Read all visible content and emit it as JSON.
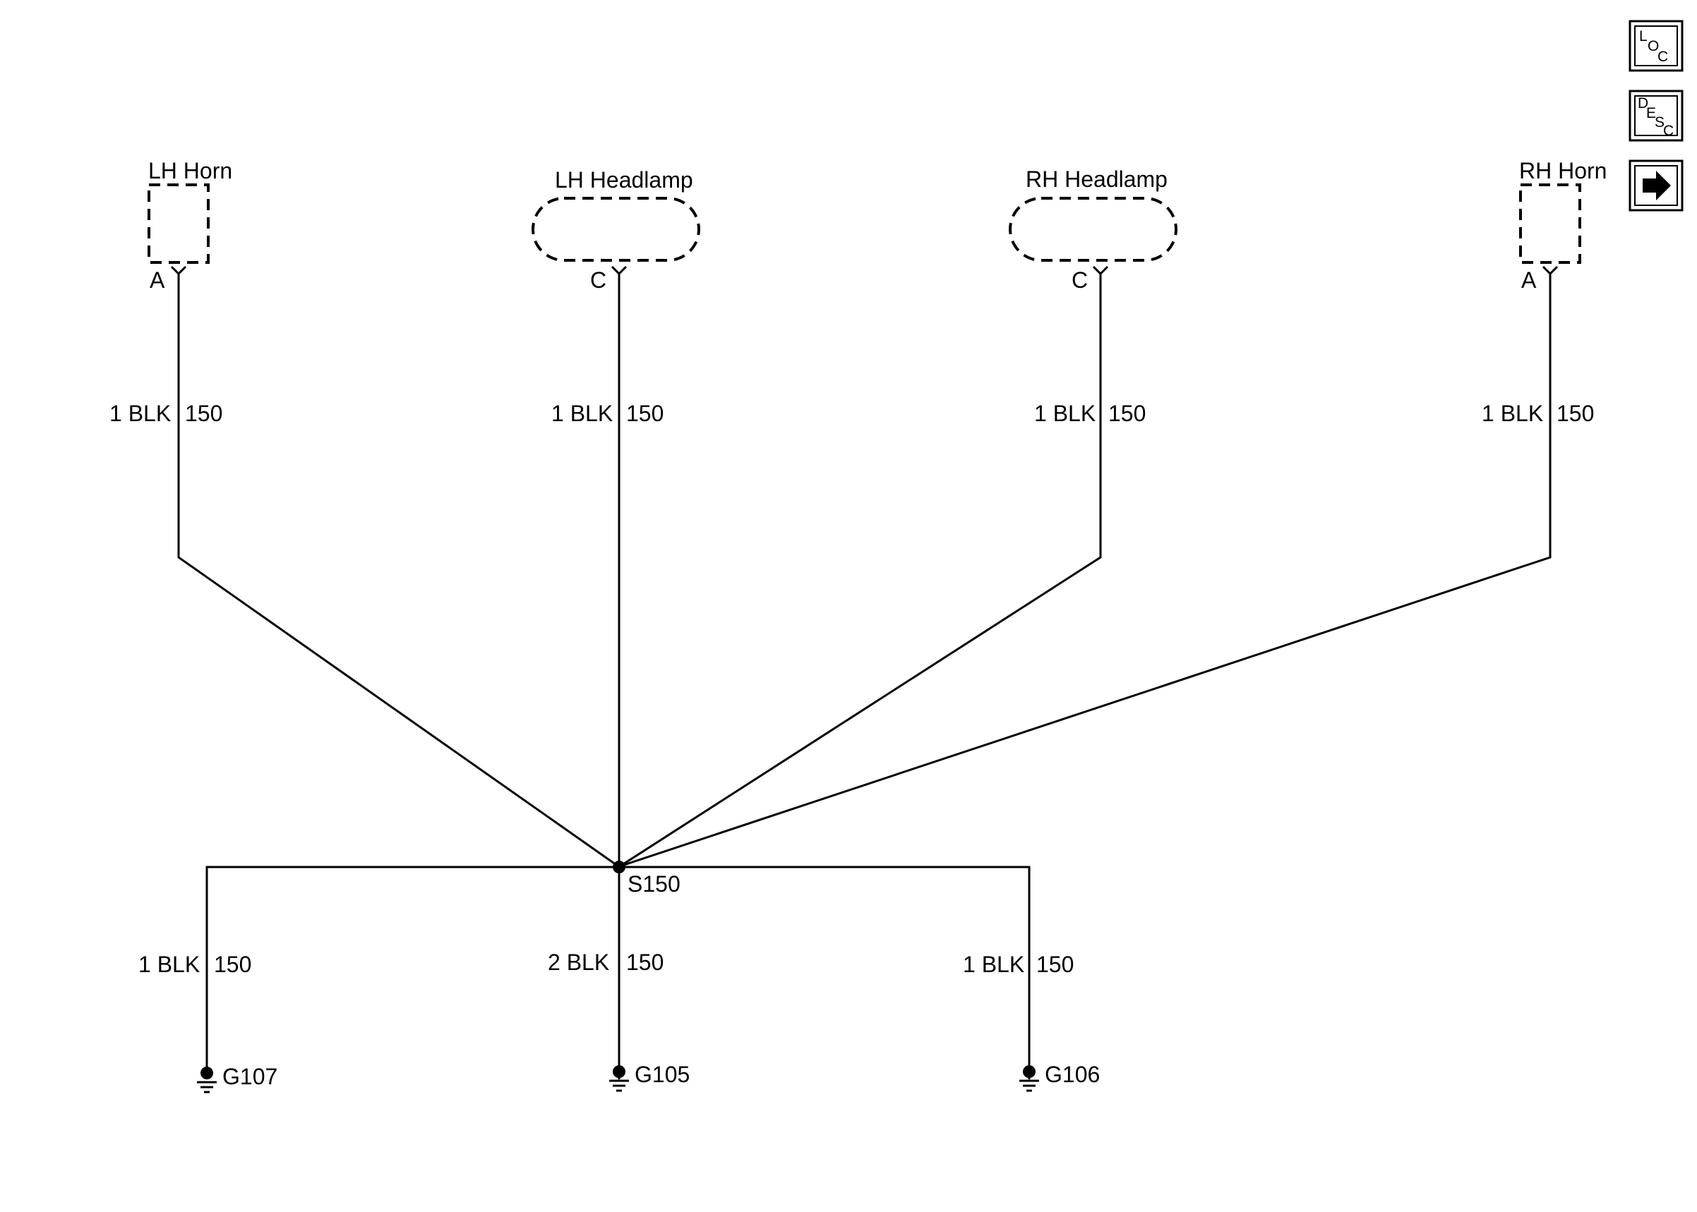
{
  "components": {
    "lh_horn": {
      "name": "LH Horn",
      "pin": "A"
    },
    "lh_headlamp": {
      "name": "LH Headlamp",
      "pin": "C"
    },
    "rh_headlamp": {
      "name": "RH Headlamp",
      "pin": "C"
    },
    "rh_horn": {
      "name": "RH Horn",
      "pin": "A"
    }
  },
  "upper_wires": {
    "lh_horn": {
      "gauge_color": "1 BLK",
      "circuit": "150"
    },
    "lh_headlamp": {
      "gauge_color": "1 BLK",
      "circuit": "150"
    },
    "rh_headlamp": {
      "gauge_color": "1 BLK",
      "circuit": "150"
    },
    "rh_horn": {
      "gauge_color": "1 BLK",
      "circuit": "150"
    }
  },
  "splice": {
    "name": "S150"
  },
  "lower_wires": {
    "g107": {
      "gauge_color": "1 BLK",
      "circuit": "150"
    },
    "g105": {
      "gauge_color": "2 BLK",
      "circuit": "150"
    },
    "g106": {
      "gauge_color": "1 BLK",
      "circuit": "150"
    }
  },
  "grounds": {
    "g107": "G107",
    "g105": "G105",
    "g106": "G106"
  },
  "nav_buttons": {
    "loc": {
      "l1": "L",
      "l2": "O",
      "l3": "C"
    },
    "desc": {
      "l1": "D",
      "l2": "E",
      "l3": "S",
      "l4": "C"
    },
    "next_icon": "arrow-right-icon"
  }
}
